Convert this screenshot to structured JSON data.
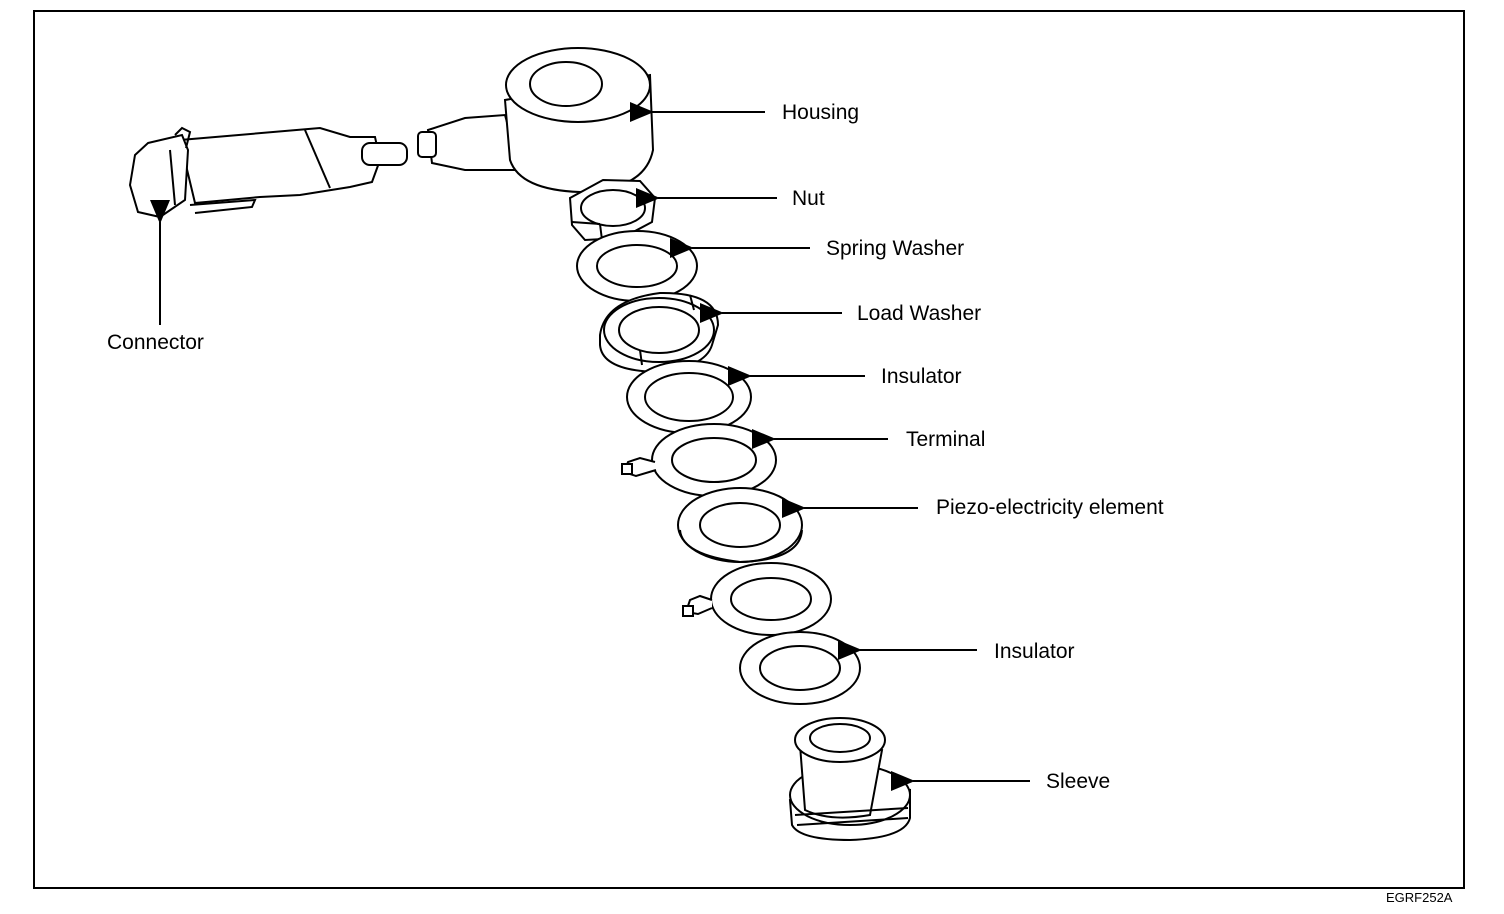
{
  "labels": {
    "housing": "Housing",
    "nut": "Nut",
    "spring_washer": "Spring Washer",
    "load_washer": "Load Washer",
    "insulator_top": "Insulator",
    "terminal": "Terminal",
    "piezo": "Piezo-electricity element",
    "insulator_bottom": "Insulator",
    "sleeve": "Sleeve",
    "connector": "Connector"
  },
  "figure_code": "EGRF252A"
}
